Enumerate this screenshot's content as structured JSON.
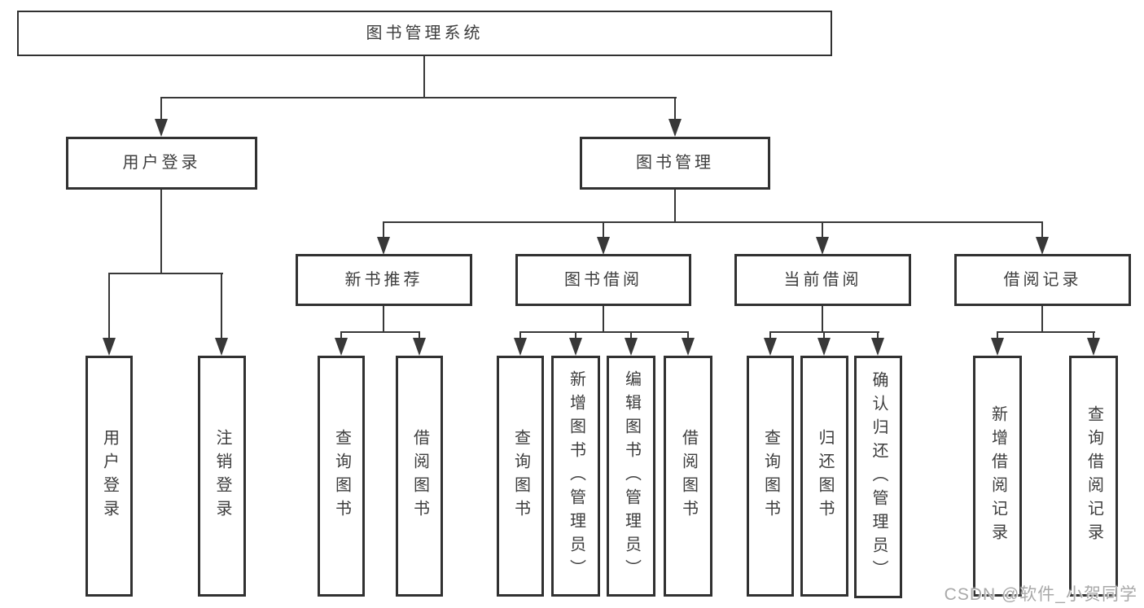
{
  "tree": {
    "label": "图书管理系统",
    "children": [
      {
        "label": "用户登录",
        "children": [
          {
            "label": "用户登录"
          },
          {
            "label": "注销登录"
          }
        ]
      },
      {
        "label": "图书管理",
        "children": [
          {
            "label": "新书推荐",
            "children": [
              {
                "label": "查询图书"
              },
              {
                "label": "借阅图书"
              }
            ]
          },
          {
            "label": "图书借阅",
            "children": [
              {
                "label": "查询图书"
              },
              {
                "label": "新增图书（管理员）"
              },
              {
                "label": "编辑图书（管理员）"
              },
              {
                "label": "借阅图书"
              }
            ]
          },
          {
            "label": "当前借阅",
            "children": [
              {
                "label": "查询图书"
              },
              {
                "label": "归还图书"
              },
              {
                "label": "确认归还（管理员）"
              }
            ]
          },
          {
            "label": "借阅记录",
            "children": [
              {
                "label": "新增借阅记录"
              },
              {
                "label": "查询借阅记录"
              }
            ]
          }
        ]
      }
    ]
  },
  "watermark": {
    "text": "CSDN @软件_小贺同学"
  },
  "colors": {
    "line": "#383838",
    "box_border": "#313131",
    "text": "#3d3d3d",
    "watermark": "#a9a9a9",
    "background": "#ffffff"
  }
}
